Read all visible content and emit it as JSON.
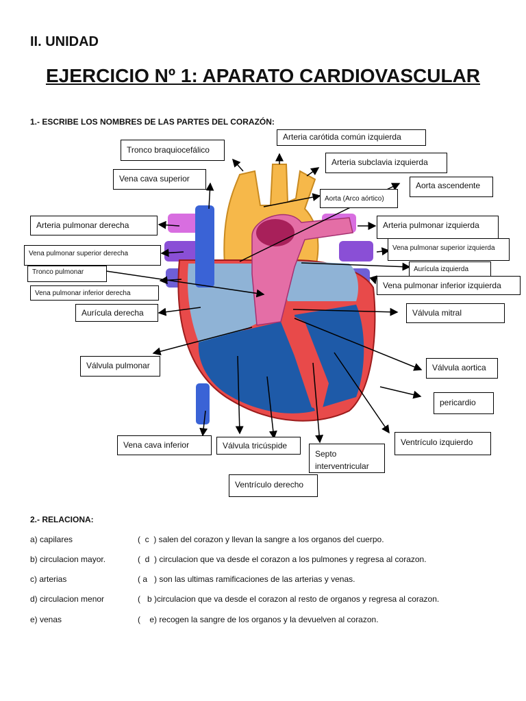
{
  "unit": "II. UNIDAD",
  "title": "EJERCICIO Nº 1: APARATO CARDIOVASCULAR",
  "question1": "1.- ESCRIBE LOS NOMBRES DE LAS PARTES DEL CORAZÓN:",
  "labels": {
    "tronco_braquiocefalico": "Tronco braquiocefálico",
    "carotida": "Arteria carótida común izquierda",
    "subclavia": "Arteria subclavia   izquierda",
    "vena_cava_superior": "Vena cava superior",
    "aorta_ascendente": "Aorta ascendente",
    "aorta_arco": "Aorta (Arco aórtico)",
    "arteria_pulmonar_derecha": "Arteria pulmonar derecha",
    "arteria_pulmonar_izquierda": "Arteria pulmonar izquierda",
    "vena_pulmonar_sup_derecha": "Vena pulmonar superior derecha",
    "vena_pulmonar_sup_izquierda": "Vena pulmonar superior izquierda",
    "tronco_pulmonar": "Tronco pulmonar",
    "auricula_izquierda": "Aurícula izquierda",
    "vena_pulmonar_inf_derecha": "Vena pulmonar inferior derecha",
    "vena_pulmonar_inf_izquierda": "Vena pulmonar inferior izquierda",
    "auricula_derecha": "Aurícula derecha",
    "valvula_mitral": "Válvula mitral",
    "valvula_pulmonar": "Válvula pulmonar",
    "valvula_aortica": "Válvula aortica",
    "pericardio": "pericardio",
    "vena_cava_inferior": "Vena cava inferior",
    "valvula_tricuspide": "Válvula tricúspide",
    "septo_1": "Septo",
    "septo_2": "interventricular",
    "ventriculo_izquierdo": "Ventrículo izquierdo",
    "ventriculo_derecho": "Ventrículo derecho"
  },
  "question2": "2.- RELACIONA:",
  "relaciona": [
    {
      "term": "a) capilares",
      "answer": "(  c  ) salen del corazon y llevan la sangre a los organos del cuerpo."
    },
    {
      "term": "b) circulacion mayor.",
      "answer": "(  d  ) circulacion que va desde el corazon a los pulmones y regresa al corazon."
    },
    {
      "term": "c) arterias",
      "answer": "( a   ) son las ultimas ramificaciones de las arterias y venas."
    },
    {
      "term": "d) circulacion menor",
      "answer": "(   b )circulacion que va desde el corazon al resto de organos y regresa al corazon."
    },
    {
      "term": "e) venas",
      "answer": "(    e) recogen la sangre de los organos y la devuelven al corazon."
    }
  ]
}
